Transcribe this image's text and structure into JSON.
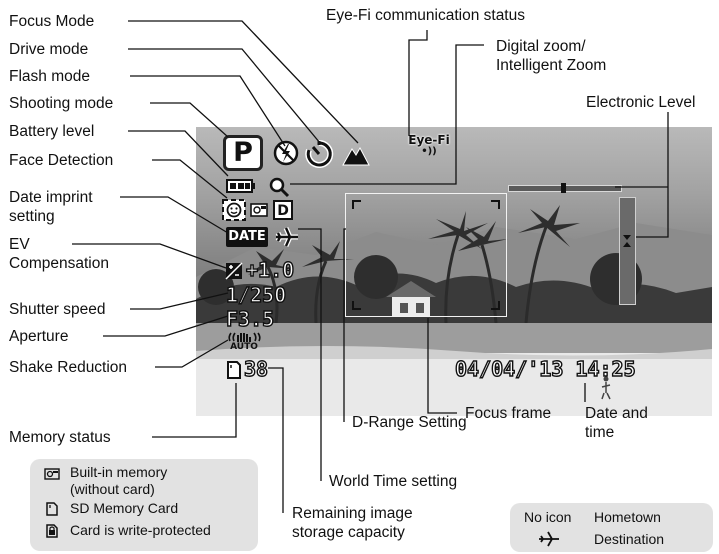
{
  "labels": {
    "focus_mode": "Focus Mode",
    "drive_mode": "Drive mode",
    "flash_mode": "Flash mode",
    "shooting_mode": "Shooting mode",
    "battery_level": "Battery level",
    "face_detection": "Face Detection",
    "date_imprint": "Date imprint\nsetting",
    "ev_compensation": "EV\nCompensation",
    "shutter_speed": "Shutter speed",
    "aperture": "Aperture",
    "shake_reduction": "Shake Reduction",
    "memory_status": "Memory status",
    "eyefi_status": "Eye-Fi communication status",
    "digital_zoom": "Digital zoom/\nIntelligent Zoom",
    "electronic_level": "Electronic Level",
    "focus_frame": "Focus frame",
    "drange_setting": "D-Range Setting",
    "world_time": "World Time setting",
    "remaining_capacity": "Remaining image\nstorage capacity",
    "date_and_time": "Date and\ntime"
  },
  "screen": {
    "mode_letter": "P",
    "eyefi_text": "Eye-Fi",
    "eyefi_wave": "•))",
    "drange_letter": "D",
    "date_badge": "DATE",
    "ev_value": "+1.0",
    "shutter_value": "1/250",
    "aperture_value": "F3.5",
    "sr_text": "AUTO",
    "remaining_value": "38",
    "datetime_value": "04/04/'13 14:25"
  },
  "memory_legend": [
    {
      "icon": "built-in-memory-icon",
      "text": "Built-in memory\n(without card)"
    },
    {
      "icon": "sd-card-icon",
      "text": "SD Memory Card"
    },
    {
      "icon": "write-protected-icon",
      "text": "Card is write-protected"
    }
  ],
  "world_time_legend": [
    {
      "key": "No icon",
      "value": "Hometown"
    },
    {
      "key": "",
      "value": "Destination"
    }
  ],
  "colors": {
    "screen_border": "#b8b8b8",
    "focus_frame": "#f2f2f2",
    "legend_bg": "#e2e2e2"
  }
}
